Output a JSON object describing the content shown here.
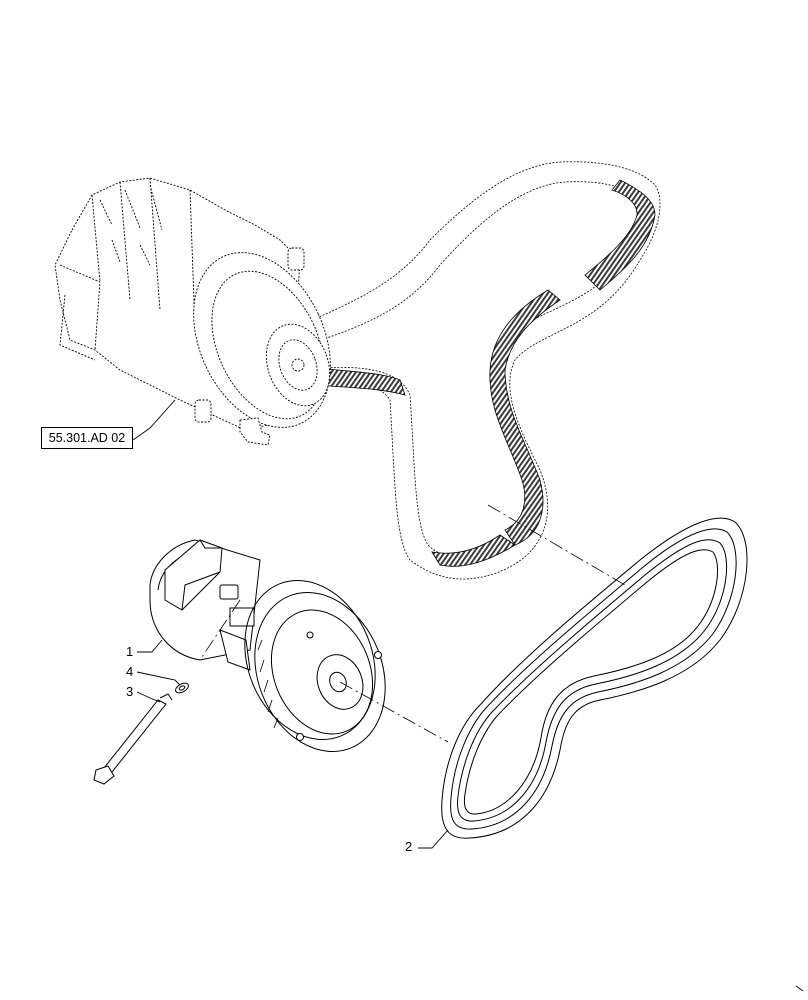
{
  "figure": {
    "reference_link": "55.301.AD 02",
    "callouts": [
      {
        "id": "1",
        "part": "compressor"
      },
      {
        "id": "4",
        "part": "washer"
      },
      {
        "id": "3",
        "part": "bolt"
      },
      {
        "id": "2",
        "part": "belt"
      }
    ]
  }
}
